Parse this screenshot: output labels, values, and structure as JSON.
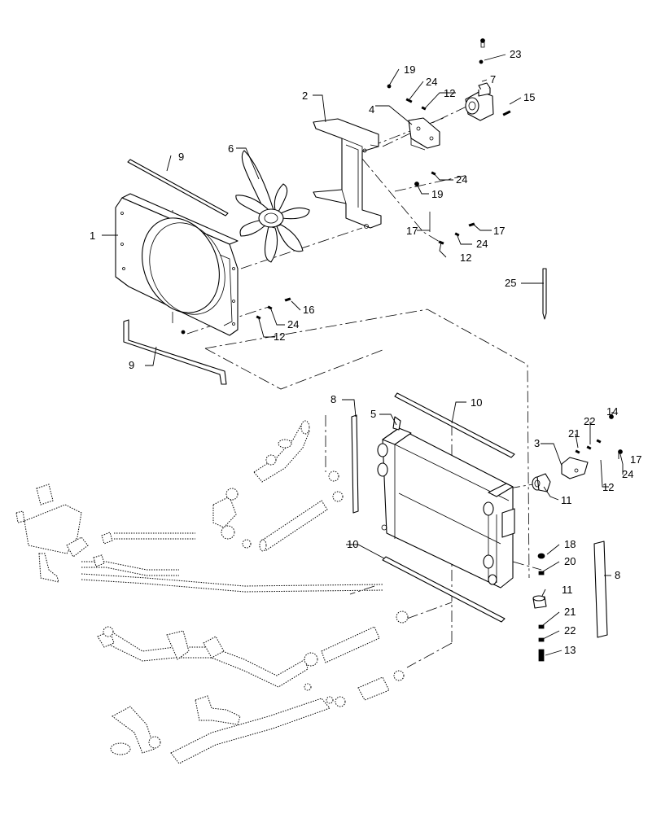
{
  "diagram": {
    "callouts": [
      "1",
      "2",
      "3",
      "4",
      "5",
      "6",
      "7",
      "8",
      "8",
      "9",
      "9",
      "10",
      "10",
      "11",
      "11",
      "12",
      "12",
      "12",
      "12",
      "13",
      "14",
      "15",
      "16",
      "17",
      "17",
      "17",
      "18",
      "19",
      "19",
      "20",
      "21",
      "21",
      "22",
      "22",
      "23",
      "24",
      "24",
      "24",
      "24",
      "24",
      "25"
    ]
  }
}
